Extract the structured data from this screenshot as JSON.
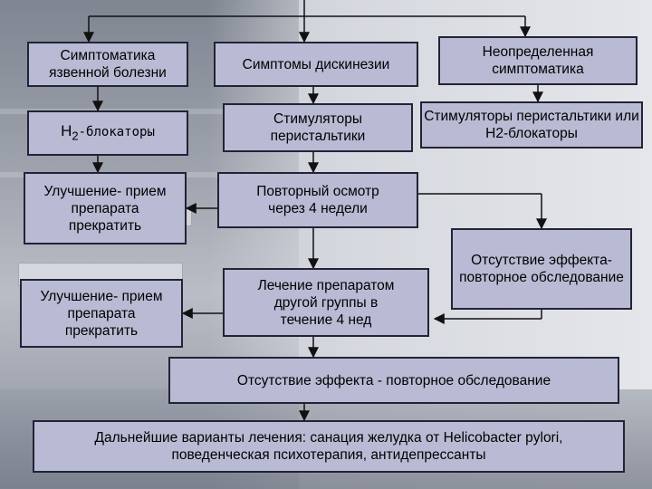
{
  "boxes": {
    "symptoms_ulcer": "Симптоматика язвенной болезни",
    "symptoms_dyskinesia": "Симптомы дискинезии",
    "undefined_symptoms": "Неопределенная симптоматика",
    "h2_base": "H",
    "h2_sub": "2",
    "h2_rest": "-блокаторы",
    "prokinetics": "Стимуляторы перистальтики",
    "prokinetics_or_h2": "Стимуляторы перистальтики или Н2-блокаторы",
    "improvement_1": "Улучшение- прием препарата прекратить",
    "recheck_4_weeks": "Повторный осмотр через 4 недели",
    "no_effect_reexam": "Отсутствие эффекта- повторное обследование",
    "improvement_2": "Улучшение- прием препарата прекратить",
    "other_group_treatment": "Лечение препаратом другой группы в течение 4 нед",
    "no_effect_reexam_2": "Отсутствие эффекта - повторное обследование",
    "further_options": "Дальнейшие варианты лечения: санация желудка от Helicobacter pylori, поведенческая психотерапия, антидепрессанты"
  },
  "colors": {
    "box_fill": "#b9bbd4",
    "border": "#232336"
  }
}
